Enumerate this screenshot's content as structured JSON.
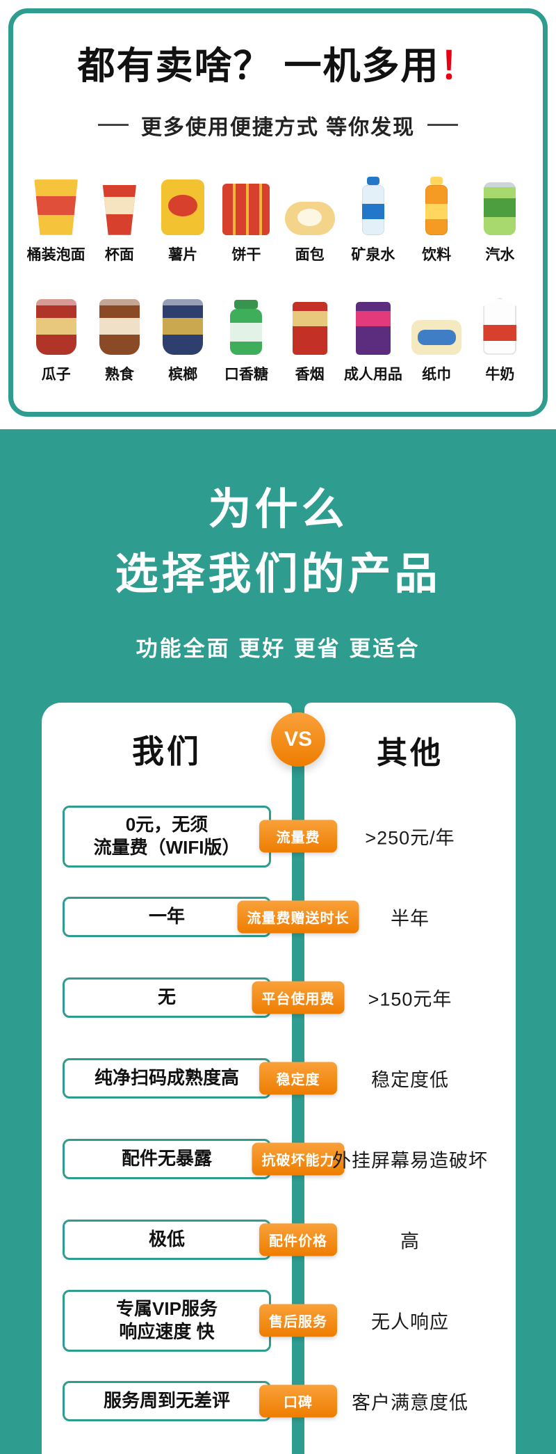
{
  "page": {
    "colors": {
      "teal": "#2e9c8f",
      "orange_light": "#f9a13a",
      "orange_dark": "#ee7d00",
      "red": "#e60012"
    }
  },
  "products_card": {
    "title": "都有卖啥？ 一机多用",
    "title_mark": "！",
    "subtitle": "更多使用便捷方式 等你发现",
    "items": [
      {
        "label": "桶装泡面",
        "shape": "bucket",
        "color": "#f6c33c",
        "accent": "#e04f3a"
      },
      {
        "label": "杯面",
        "shape": "cup",
        "color": "#d8402e",
        "accent": "#f6e3c0"
      },
      {
        "label": "薯片",
        "shape": "bag",
        "color": "#f2c231",
        "accent": "#d8402e"
      },
      {
        "label": "饼干",
        "shape": "packets",
        "color": "#d8402e",
        "accent": "#f2b63c"
      },
      {
        "label": "面包",
        "shape": "bread",
        "color": "#f3d489",
        "accent": "#fdf6e3"
      },
      {
        "label": "矿泉水",
        "shape": "bottle",
        "color": "#e4f0f8",
        "accent": "#2277c8"
      },
      {
        "label": "饮料",
        "shape": "bottle",
        "color": "#f59a23",
        "accent": "#ffd75e"
      },
      {
        "label": "汽水",
        "shape": "can",
        "color": "#a8d96e",
        "accent": "#4d9e3f"
      },
      {
        "label": "瓜子",
        "shape": "pouch",
        "color": "#b03528",
        "accent": "#e8c87c"
      },
      {
        "label": "熟食",
        "shape": "pouch",
        "color": "#8a4a26",
        "accent": "#f0e0c8"
      },
      {
        "label": "槟榔",
        "shape": "pouch",
        "color": "#2e3f6e",
        "accent": "#c9a84f"
      },
      {
        "label": "口香糖",
        "shape": "jar",
        "color": "#3fae5a",
        "accent": "#e2f2e6"
      },
      {
        "label": "香烟",
        "shape": "box",
        "color": "#c33026",
        "accent": "#e8c87c"
      },
      {
        "label": "成人用品",
        "shape": "box",
        "color": "#5c2d7e",
        "accent": "#e23a7a"
      },
      {
        "label": "纸巾",
        "shape": "pack",
        "color": "#f5e9bf",
        "accent": "#3f7ec4"
      },
      {
        "label": "牛奶",
        "shape": "carton",
        "color": "#fdfdfd",
        "accent": "#d8402e"
      }
    ]
  },
  "why": {
    "line1": "为什么",
    "line2": "选择我们的产品",
    "sub": "功能全面 更好 更省 更适合"
  },
  "comparison": {
    "left_header": "我们",
    "vs_label": "VS",
    "right_header": "其他",
    "rows": [
      {
        "ours": "0元，无须\n流量费（WIFI版）",
        "badge": "流量费",
        "theirs": ">250元/年"
      },
      {
        "ours": "一年",
        "badge": "流量费赠送时长",
        "theirs": "半年"
      },
      {
        "ours": "无",
        "badge": "平台使用费",
        "theirs": ">150元年"
      },
      {
        "ours": "纯净扫码成熟度高",
        "badge": "稳定度",
        "theirs": "稳定度低"
      },
      {
        "ours": "配件无暴露",
        "badge": "抗破坏能力",
        "theirs": "外挂屏幕易造破坏"
      },
      {
        "ours": "极低",
        "badge": "配件价格",
        "theirs": "高"
      },
      {
        "ours": "专属VIP服务\n响应速度 快",
        "badge": "售后服务",
        "theirs": "无人响应"
      },
      {
        "ours": "服务周到无差评",
        "badge": "口碑",
        "theirs": "客户满意度低"
      }
    ]
  }
}
